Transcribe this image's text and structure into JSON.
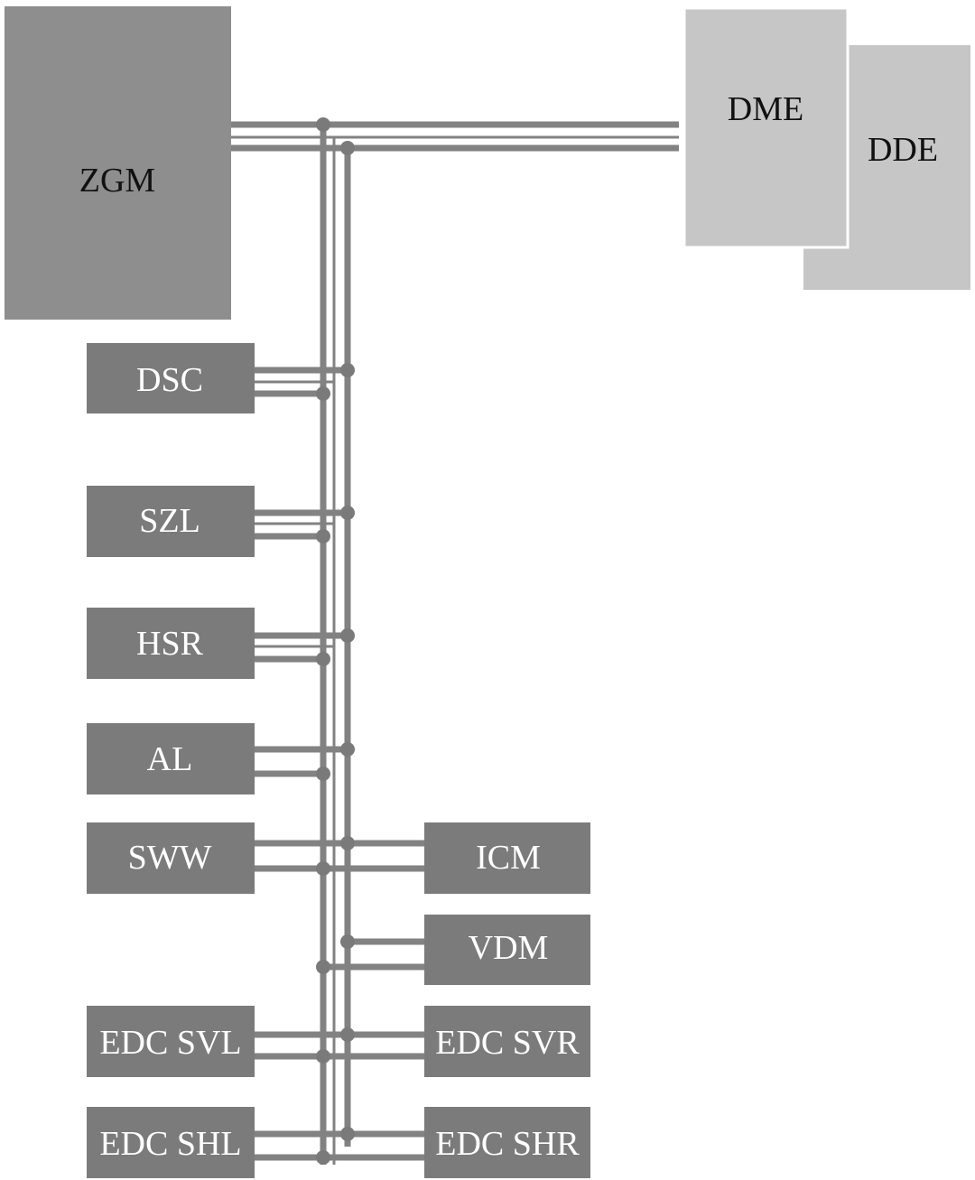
{
  "modules": {
    "zgm": "ZGM",
    "dme": "DME",
    "dde": "DDE",
    "dsc": "DSC",
    "szl": "SZL",
    "hsr": "HSR",
    "al": "AL",
    "sww": "SWW",
    "icm": "ICM",
    "vdm": "VDM",
    "edc_svl": "EDC SVL",
    "edc_svr": "EDC SVR",
    "edc_shl": "EDC SHL",
    "edc_shr": "EDC SHR"
  },
  "colors": {
    "bus": "#828282",
    "dark_module": "#7b7b7b",
    "gateway": "#8e8e8e",
    "light_module": "#c6c6c6"
  }
}
